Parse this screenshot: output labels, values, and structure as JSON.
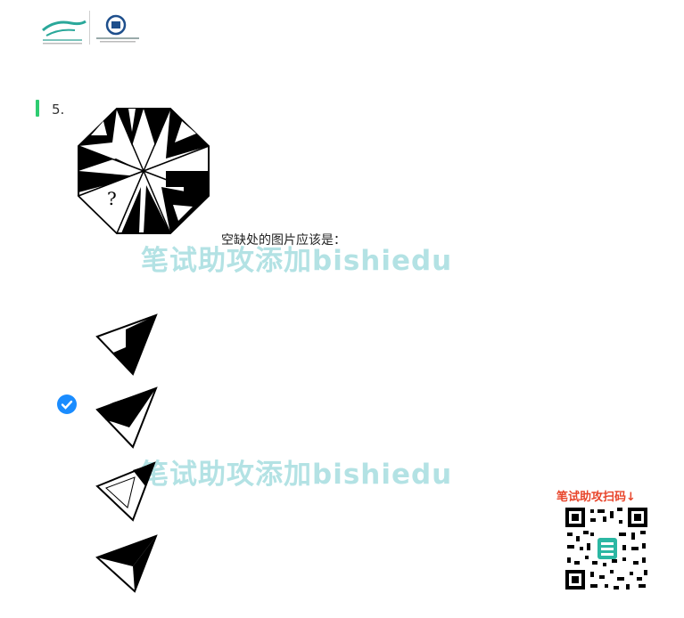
{
  "question": {
    "number": "5.",
    "prompt": "空缺处的图片应该是：",
    "figure_mark": "?",
    "selected_option": 2
  },
  "watermark": {
    "text": "笔试助攻添加bishiedu"
  },
  "qr": {
    "label": "笔试助攻扫码↓"
  },
  "colors": {
    "accent_bar": "#2ecc71",
    "check": "#1a8cff",
    "watermark": "#9edbdd",
    "qr_label": "#e8452b"
  },
  "icons": [
    "green-wave-logo",
    "circle-emblem-logo",
    "check-icon",
    "qr-code"
  ]
}
